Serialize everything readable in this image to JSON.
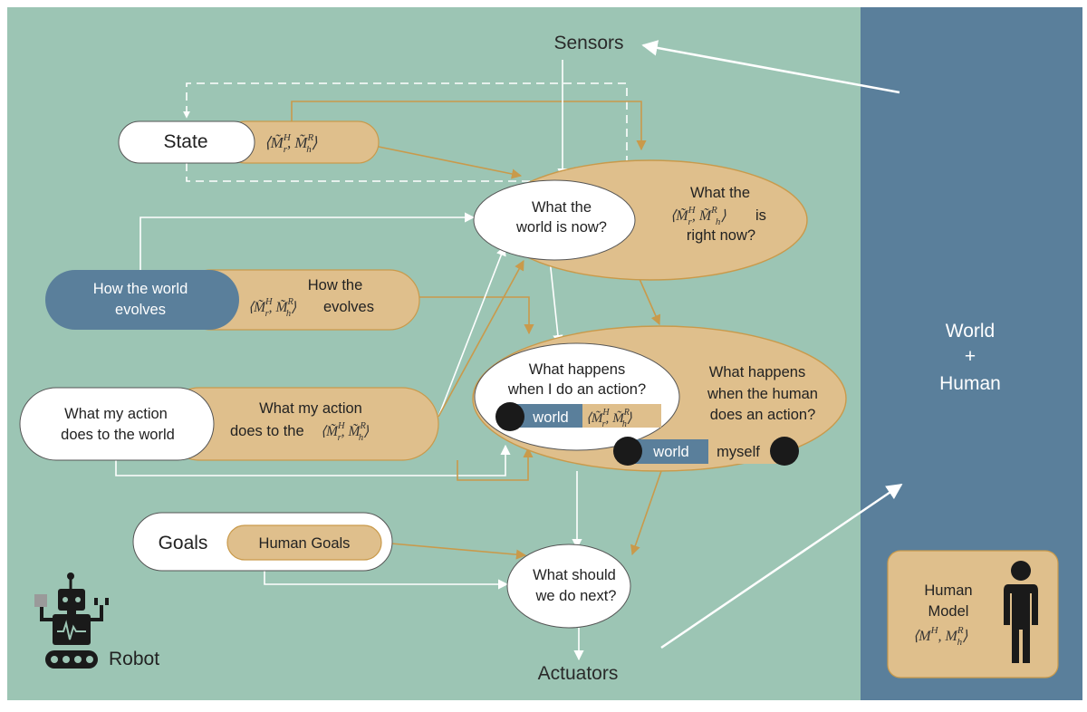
{
  "sensors": "Sensors",
  "actuators": "Actuators",
  "robot_label": "Robot",
  "world_panel": {
    "line1": "World",
    "line2": "+",
    "line3": "Human"
  },
  "human_model": {
    "line1": "Human",
    "line2": "Model",
    "formula": "⟨M",
    "formula_sup1": "H",
    "formula_mid": ", M",
    "formula_sup2": "R",
    "formula_sub2": "h",
    "formula_end": "⟩"
  },
  "state": {
    "label": "State"
  },
  "model_pair": {
    "open": "⟨",
    "m1": "M̃",
    "sup1": "H",
    "sub1": "r",
    "comma": ",",
    "m2": "M̃",
    "sup2": "R",
    "sub2": "h",
    "close": "⟩"
  },
  "world_now": {
    "line1": "What the",
    "line2": "world is now?"
  },
  "models_now": {
    "line1": "What the",
    "line3": "is",
    "line4": "right now?"
  },
  "world_evolves": {
    "line1": "How the world",
    "line2": "evolves"
  },
  "models_evolve": {
    "line1": "How the",
    "line2_suffix": "evolves"
  },
  "action_world": {
    "line1": "What my action",
    "line2": "does to the world"
  },
  "action_models": {
    "line1": "What my action",
    "line2_prefix": "does to the"
  },
  "happens_me": {
    "line1": "What happens",
    "line2": "when I do an action?",
    "world_tag": "world"
  },
  "happens_human": {
    "line1": "What happens",
    "line2": "when the human",
    "line3": "does an action?",
    "world_tag": "world",
    "myself_tag": "myself"
  },
  "goals": {
    "label": "Goals",
    "human_goals": "Human Goals"
  },
  "next": {
    "line1": "What should",
    "line2": "we do next?"
  },
  "colors": {
    "teal": "#9cc5b4",
    "blue": "#5a7f9b",
    "tan": "#dfbf8c",
    "tan_stroke": "#c99a4b",
    "white": "#ffffff",
    "black": "#1a1a1a"
  }
}
